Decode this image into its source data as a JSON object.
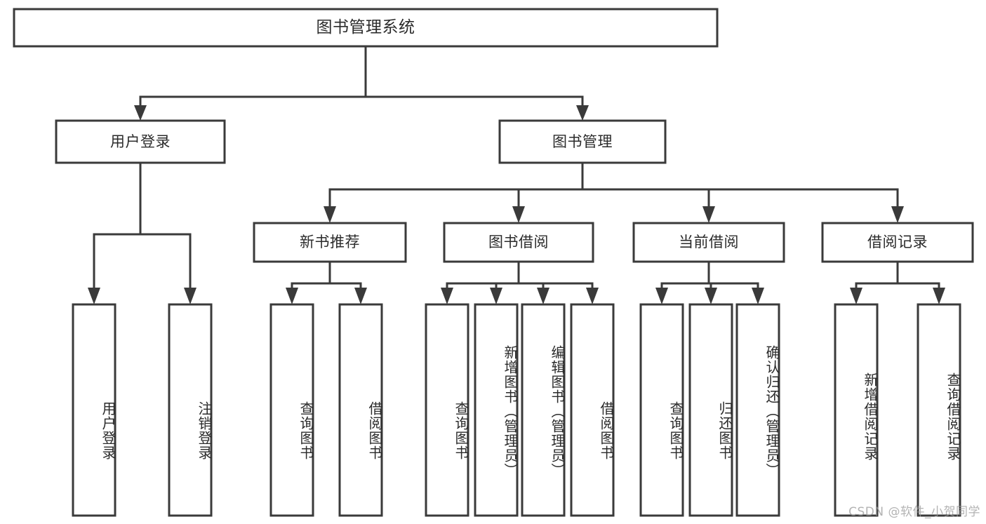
{
  "diagram": {
    "type": "tree-hierarchy",
    "title": "图书管理系统",
    "root": {
      "id": "root",
      "label": "图书管理系统"
    },
    "level2": [
      {
        "id": "user-login",
        "label": "用户登录"
      },
      {
        "id": "book-manage",
        "label": "图书管理"
      }
    ],
    "level3": [
      {
        "id": "new-book-recommend",
        "label": "新书推荐"
      },
      {
        "id": "book-borrow",
        "label": "图书借阅"
      },
      {
        "id": "current-borrow",
        "label": "当前借阅"
      },
      {
        "id": "borrow-record",
        "label": "借阅记录"
      }
    ],
    "leaves": {
      "user_login": [
        {
          "id": "leaf-user-login",
          "label": "用户登录"
        },
        {
          "id": "leaf-logout-login",
          "label": "注销登录"
        }
      ],
      "new_book_recommend": [
        {
          "id": "leaf-query-book-1",
          "label": "查询图书"
        },
        {
          "id": "leaf-borrow-book-1",
          "label": "借阅图书"
        }
      ],
      "book_borrow": [
        {
          "id": "leaf-query-book-2",
          "label": "查询图书"
        },
        {
          "id": "leaf-add-book",
          "label": "新增图书（管理员）"
        },
        {
          "id": "leaf-edit-book",
          "label": "编辑图书（管理员）"
        },
        {
          "id": "leaf-borrow-book-2",
          "label": "借阅图书"
        }
      ],
      "current_borrow": [
        {
          "id": "leaf-query-book-3",
          "label": "查询图书"
        },
        {
          "id": "leaf-return-book",
          "label": "归还图书"
        },
        {
          "id": "leaf-confirm-return",
          "label": "确认归还（管理员）"
        }
      ],
      "borrow_record": [
        {
          "id": "leaf-add-record",
          "label": "新增借阅记录"
        },
        {
          "id": "leaf-query-record",
          "label": "查询借阅记录"
        }
      ]
    }
  },
  "watermark": {
    "text": "CSDN @软件_小贺同学"
  },
  "colors": {
    "stroke": "#3a3a3a",
    "box_fill": "#ffffff",
    "text": "#2b2b2b",
    "background": "#ffffff",
    "watermark": "#9a9a9a"
  }
}
